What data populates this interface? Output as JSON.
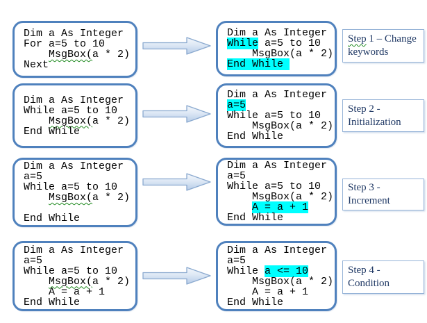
{
  "palette": {
    "box_border": "#4f81bd",
    "label_border": "#95b3d7",
    "highlight": "#00ffff",
    "squiggle": "#1e8a1e",
    "label_text": "#1f3864",
    "code_text": "#000000",
    "arrow_stroke": "#8aa9cf"
  },
  "rows": [
    {
      "step": [
        {
          "t": "Step",
          "sq": true
        },
        {
          "t": " 1 – Change keywords"
        }
      ],
      "left": [
        [
          {
            "t": "Dim a As Integer"
          }
        ],
        [
          {
            "t": "For a=5 to 10"
          }
        ],
        [
          {
            "t": "    "
          },
          {
            "t": "MsgBox(",
            "sq": true
          },
          {
            "t": "a * 2)"
          }
        ],
        [
          {
            "t": "Next"
          }
        ]
      ],
      "right": [
        [
          {
            "t": "Dim a As Integer"
          }
        ],
        [
          {
            "t": "While",
            "hl": true
          },
          {
            "t": " a=5 to 10"
          }
        ],
        [
          {
            "t": "    MsgBox(a * 2)"
          }
        ],
        [
          {
            "t": "End While ",
            "hl": true
          }
        ]
      ]
    },
    {
      "step": [
        {
          "t": "Step 2 - Initialization"
        }
      ],
      "left": [
        [
          {
            "t": "Dim a As Integer"
          }
        ],
        [
          {
            "t": "While a=5 to 10"
          }
        ],
        [
          {
            "t": "    "
          },
          {
            "t": "MsgBox(",
            "sq": true
          },
          {
            "t": "a * 2)"
          }
        ],
        [
          {
            "t": "End While"
          }
        ]
      ],
      "right": [
        [
          {
            "t": "Dim a As Integer"
          }
        ],
        [
          {
            "t": "a=5",
            "hl": true
          }
        ],
        [
          {
            "t": "While a=5 to 10"
          }
        ],
        [
          {
            "t": "    MsgBox(a * 2)"
          }
        ],
        [
          {
            "t": "End While"
          }
        ]
      ]
    },
    {
      "step": [
        {
          "t": "Step 3 - Increment"
        }
      ],
      "left": [
        [
          {
            "t": "Dim a As Integer"
          }
        ],
        [
          {
            "t": "a=5"
          }
        ],
        [
          {
            "t": "While a=5 to 10"
          }
        ],
        [
          {
            "t": "    "
          },
          {
            "t": "MsgBox(",
            "sq": true
          },
          {
            "t": "a * 2)"
          }
        ],
        [
          {
            "t": ""
          }
        ],
        [
          {
            "t": "End While"
          }
        ]
      ],
      "right": [
        [
          {
            "t": "Dim a As Integer"
          }
        ],
        [
          {
            "t": "a=5"
          }
        ],
        [
          {
            "t": "While a=5 to 10"
          }
        ],
        [
          {
            "t": "    MsgBox(a * 2)"
          }
        ],
        [
          {
            "t": "    "
          },
          {
            "t": "A = a + 1",
            "hl": true
          }
        ],
        [
          {
            "t": "End While"
          }
        ]
      ]
    },
    {
      "step": [
        {
          "t": "Step 4 - Condition"
        }
      ],
      "left": [
        [
          {
            "t": "Dim a As Integer"
          }
        ],
        [
          {
            "t": "a=5"
          }
        ],
        [
          {
            "t": "While a=5 to 10"
          }
        ],
        [
          {
            "t": "    "
          },
          {
            "t": "MsgBox(",
            "sq": true
          },
          {
            "t": "a * 2)"
          }
        ],
        [
          {
            "t": "    A = a + 1"
          }
        ],
        [
          {
            "t": "End While"
          }
        ]
      ],
      "right": [
        [
          {
            "t": "Dim a As Integer"
          }
        ],
        [
          {
            "t": "a=5"
          }
        ],
        [
          {
            "t": "While "
          },
          {
            "t": "a <= 10",
            "hl": true
          }
        ],
        [
          {
            "t": "    MsgBox(a * 2)"
          }
        ],
        [
          {
            "t": "    A = a + 1"
          }
        ],
        [
          {
            "t": "End While"
          }
        ]
      ]
    }
  ]
}
